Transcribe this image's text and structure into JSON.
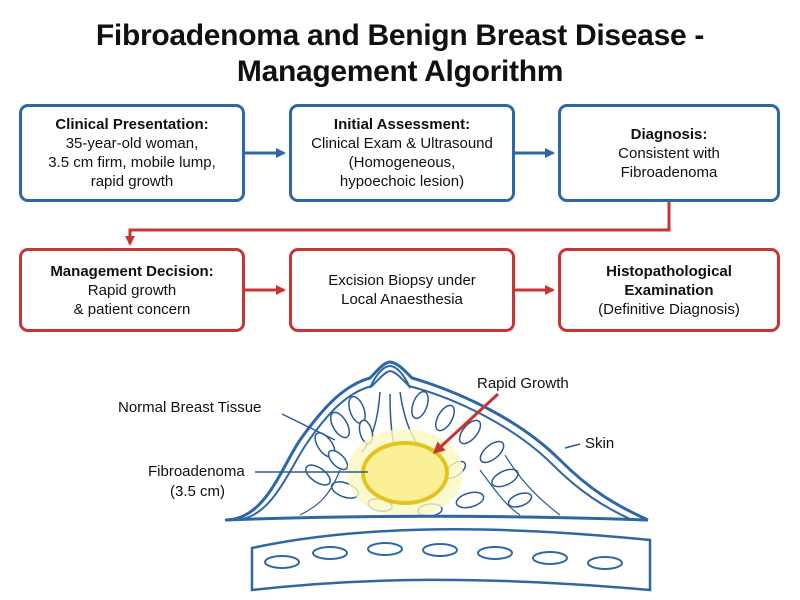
{
  "title": {
    "line1": "Fibroadenoma and Benign Breast Disease -",
    "line2": "Management Algorithm"
  },
  "steps": {
    "clinical_presentation": {
      "heading": "Clinical Presentation:",
      "lines": [
        "35-year-old woman,",
        "3.5 cm firm, mobile lump,",
        "rapid growth"
      ]
    },
    "initial_assessment": {
      "heading": "Initial Assessment:",
      "lines": [
        "Clinical Exam & Ultrasound",
        "(Homogeneous,",
        "hypoechoic lesion)"
      ]
    },
    "diagnosis": {
      "heading": "Diagnosis:",
      "lines": [
        "Consistent with",
        "Fibroadenoma"
      ]
    },
    "management_decision": {
      "heading": "Management Decision:",
      "lines": [
        "Rapid growth",
        "& patient concern"
      ]
    },
    "excision_biopsy": {
      "lines": [
        "Excision Biopsy under",
        "Local Anaesthesia"
      ]
    },
    "histopathology": {
      "heading_lines": [
        "Histopathological",
        "Examination"
      ],
      "lines": [
        "(Definitive Diagnosis)"
      ]
    }
  },
  "illustration": {
    "labels": {
      "normal_tissue": "Normal Breast Tissue",
      "rapid_growth": "Rapid Growth",
      "skin": "Skin",
      "fibroadenoma": "Fibroadenoma",
      "fibroadenoma_size": "(3.5 cm)"
    }
  },
  "colors": {
    "blue": "#2e67a6",
    "red": "#c73434",
    "lesion_fill": "#fbf096",
    "lesion_stroke": "#e0c51f",
    "tissue_blue": "#2a5a93"
  }
}
